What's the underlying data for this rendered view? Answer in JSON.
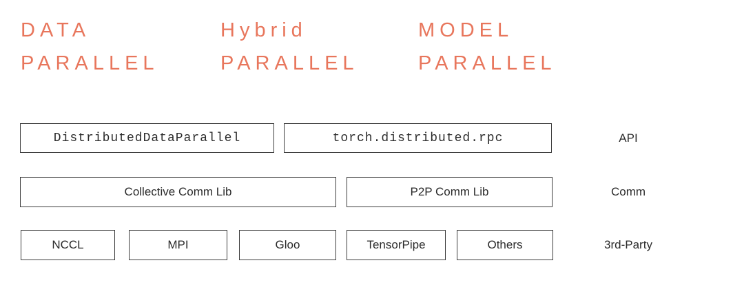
{
  "headers": [
    {
      "line1": "DATA",
      "line2": "PARALLEL"
    },
    {
      "line1": "Hybrid",
      "line2": "PARALLEL"
    },
    {
      "line1": "MODEL",
      "line2": "PARALLEL"
    }
  ],
  "rows": [
    {
      "label": "API",
      "boxes": [
        {
          "text": "DistributedDataParallel"
        },
        {
          "text": "torch.distributed.rpc"
        }
      ]
    },
    {
      "label": "Comm",
      "boxes": [
        {
          "text": "Collective Comm Lib"
        },
        {
          "text": "P2P Comm Lib"
        }
      ]
    },
    {
      "label": "3rd-Party",
      "boxes": [
        {
          "text": "NCCL"
        },
        {
          "text": "MPI"
        },
        {
          "text": "Gloo"
        },
        {
          "text": "TensorPipe"
        },
        {
          "text": "Others"
        }
      ]
    }
  ],
  "colors": {
    "accent": "#e8765c",
    "border": "#3a3a3a",
    "text": "#2b2b2b"
  }
}
